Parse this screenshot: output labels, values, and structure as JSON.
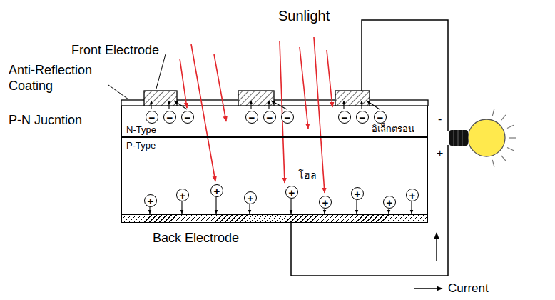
{
  "diagram": {
    "nodes": [
      {
        "text": [
          "N-Type",
          "อิเล็กตรอน"
        ]
      },
      {
        "text": [
          "−"
        ],
        "in": 0
      },
      {
        "text": [
          "−"
        ],
        "in": 0
      },
      {
        "text": [
          "−"
        ],
        "in": 0
      },
      {
        "text": [
          "−"
        ],
        "in": 0
      },
      {
        "text": [
          "−"
        ],
        "in": 0
      },
      {
        "text": [
          "−"
        ],
        "in": 0
      },
      {
        "text": [
          "−"
        ],
        "in": 0
      },
      {
        "text": [
          "−"
        ],
        "in": 0
      },
      {
        "text": [
          "−"
        ],
        "in": 0
      },
      {
        "text": [
          "P-Type",
          "โฮล"
        ]
      },
      {
        "text": [
          "+"
        ],
        "in": 10
      },
      {
        "text": [
          "+"
        ],
        "in": 10
      },
      {
        "text": [
          "+"
        ],
        "in": 10
      },
      {
        "text": [
          "+"
        ],
        "in": 10
      },
      {
        "text": [
          "+"
        ],
        "in": 10
      },
      {
        "text": [
          "+"
        ],
        "in": 10
      },
      {
        "text": [
          "+"
        ],
        "in": 10
      },
      {
        "text": [
          "+"
        ],
        "in": 10
      },
      {
        "text": [
          "+"
        ],
        "in": 10
      },
      {
        "text": [
          "Back Electrode"
        ]
      }
    ],
    "labels": [
      "Sunlight",
      "Front Electrode",
      "Anti-Reflection Coating",
      "P-N Jucntion",
      "-",
      "+",
      "Current"
    ]
  }
}
